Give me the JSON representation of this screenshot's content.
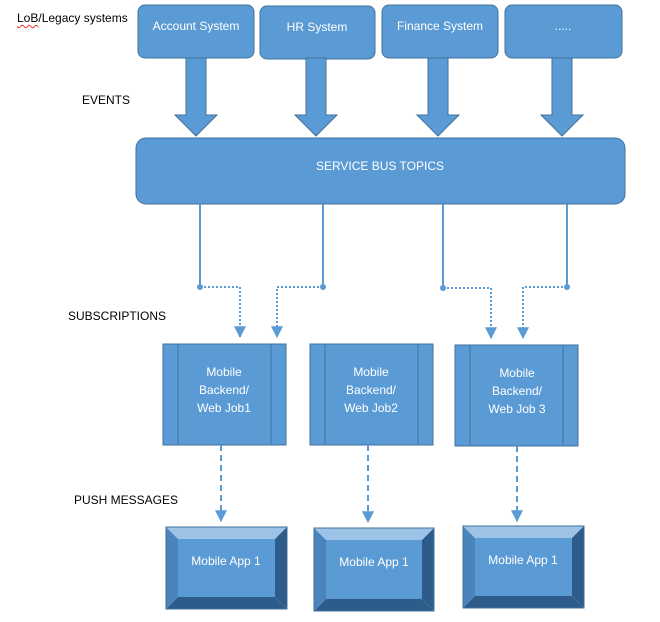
{
  "labels": {
    "lob_prefix": "LoB",
    "lob_rest": "/Legacy systems",
    "events": "EVENTS",
    "subscriptions": "SUBSCRIPTIONS",
    "push_messages": "PUSH MESSAGES"
  },
  "systems": [
    {
      "label": "Account System"
    },
    {
      "label": "HR System"
    },
    {
      "label": "Finance System"
    },
    {
      "label": "....."
    }
  ],
  "bus": {
    "label": "SERVICE BUS TOPICS"
  },
  "backends": [
    {
      "lines": [
        "Mobile",
        "Backend/",
        "Web Job1"
      ]
    },
    {
      "lines": [
        "Mobile",
        "Backend/",
        "Web Job2"
      ]
    },
    {
      "lines": [
        "Mobile",
        "Backend/",
        "Web Job 3"
      ]
    }
  ],
  "apps": [
    {
      "label": "Mobile App 1"
    },
    {
      "label": "Mobile App 1"
    },
    {
      "label": "Mobile App 1"
    }
  ],
  "colors": {
    "fill": "#5b9bd5",
    "stroke": "#41719c",
    "bevel_light": "#9dc3e6",
    "bevel_dark": "#2e5c8a",
    "bevel_mid": "#4a84bd",
    "text": "#ffffff"
  }
}
